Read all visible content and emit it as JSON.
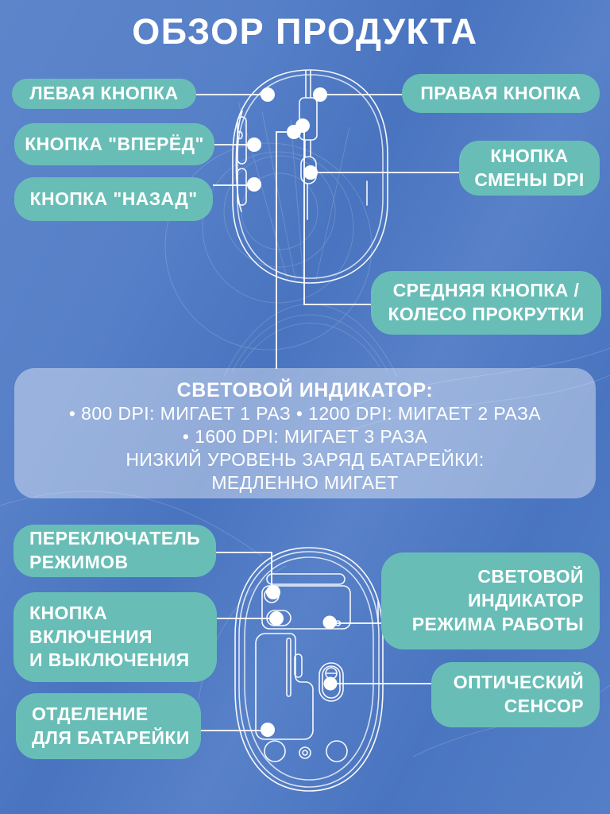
{
  "page": {
    "title": "ОБЗОР ПРОДУКТА"
  },
  "colors": {
    "background_blue": "#4d79c5",
    "label_teal": "#68beb6",
    "panel_translucent": "rgba(255,255,255,0.40)",
    "line_and_text": "#ffffff"
  },
  "top_view": {
    "description_name": "mouse-top-view-diagram",
    "callouts": {
      "left_button": "ЛЕВАЯ КНОПКА",
      "forward_button": "КНОПКА \"ВПЕРЁД\"",
      "back_button": "КНОПКА \"НАЗАД\"",
      "right_button": "ПРАВАЯ КНОПКА",
      "dpi_button": "КНОПКА\nСМЕНЫ DPI",
      "middle_button": "СРЕДНЯЯ КНОПКА /\nКОЛЕСО ПРОКРУТКИ"
    }
  },
  "indicator_panel": {
    "heading": "СВЕТОВОЙ ИНДИКАТОР:",
    "lines": [
      "• 800 DPI: МИГАЕТ 1 РАЗ • 1200 DPI: МИГАЕТ 2 РАЗА",
      "• 1600 DPI: МИГАЕТ 3 РАЗА",
      "НИЗКИЙ УРОВЕНЬ ЗАРЯД БАТАРЕЙКИ:",
      "МЕДЛЕННО МИГАЕТ"
    ]
  },
  "bottom_view": {
    "description_name": "mouse-bottom-view-diagram",
    "callouts": {
      "mode_switch": "ПЕРЕКЛЮЧАТЕЛЬ\nРЕЖИМОВ",
      "power_button": "КНОПКА\nВКЛЮЧЕНИЯ\nИ ВЫКЛЮЧЕНИЯ",
      "battery_compartment": "ОТДЕЛЕНИЕ\nДЛЯ БАТАРЕЙКИ",
      "mode_indicator": "СВЕТОВОЙ\nИНДИКАТОР\nРЕЖИМА РАБОТЫ",
      "optical_sensor": "ОПТИЧЕСКИЙ\nСЕНСОР"
    }
  }
}
